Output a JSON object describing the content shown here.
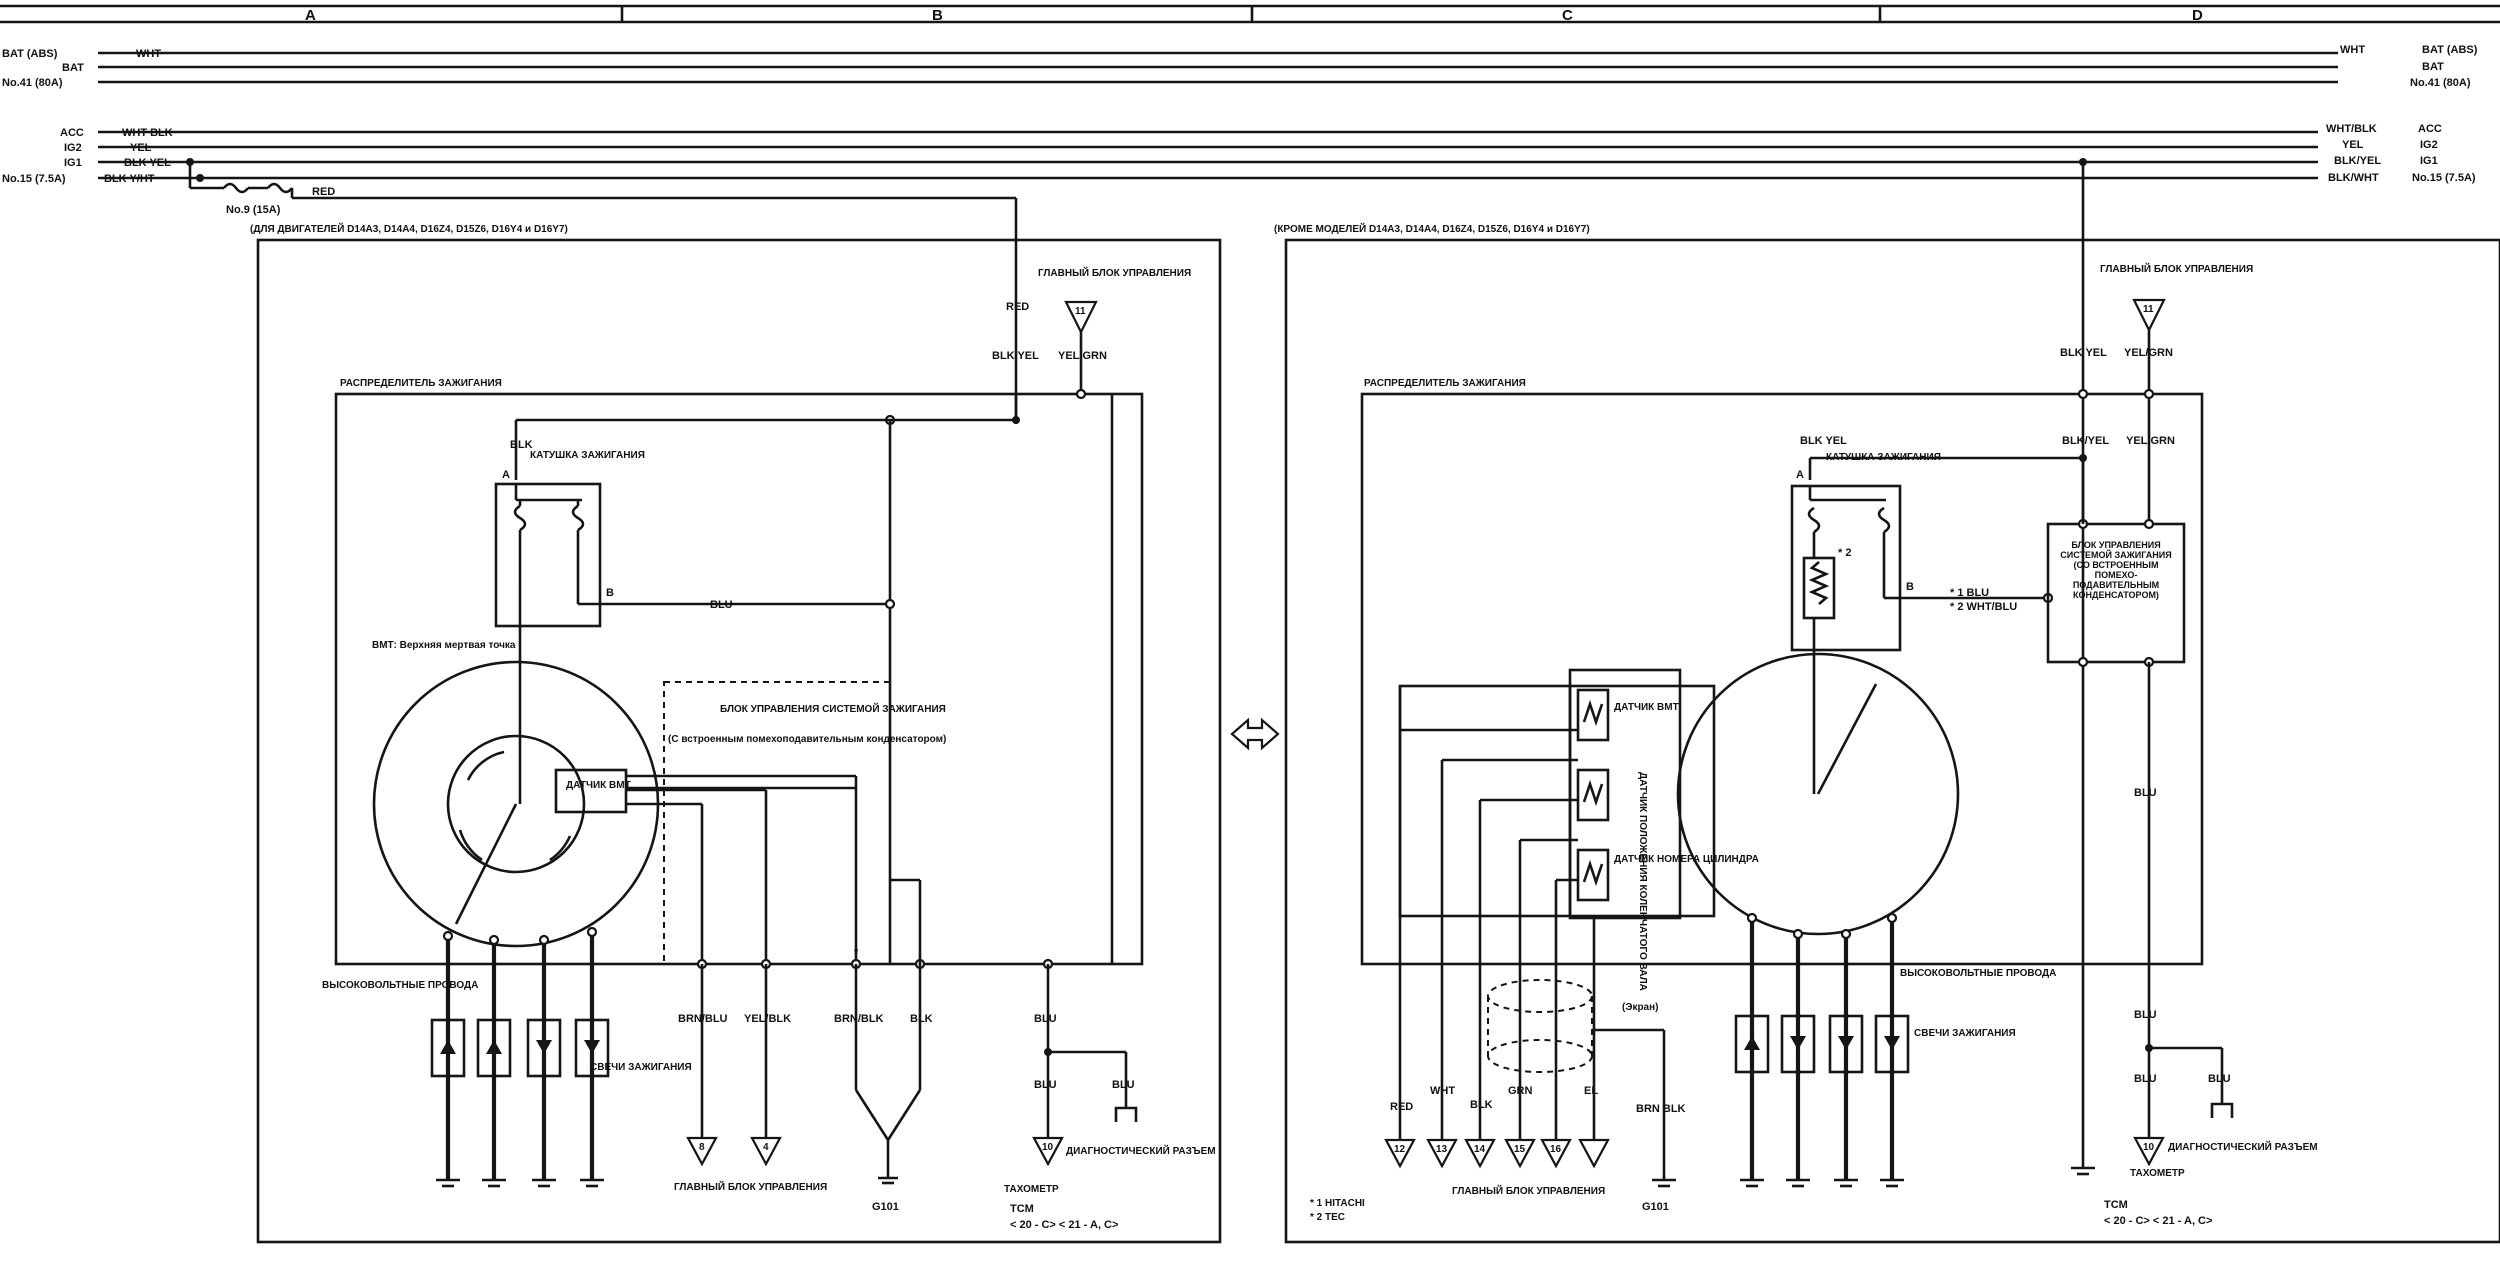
{
  "columns": [
    "A",
    "B",
    "C",
    "D"
  ],
  "bus_left": [
    {
      "name": "BAT (ABS)",
      "wire": "WHT"
    },
    {
      "name": "BAT",
      "wire": ""
    },
    {
      "name": "No.41 (80A)",
      "wire": ""
    },
    {
      "name": "ACC",
      "wire": "WHT BLK"
    },
    {
      "name": "IG2",
      "wire": "YEL"
    },
    {
      "name": "IG1",
      "wire": "BLK YEL"
    },
    {
      "name": "No.15 (7.5A)",
      "wire": "BLK Y/HT"
    }
  ],
  "bus_right": [
    {
      "name": "BAT (ABS)",
      "wire": "WHT"
    },
    {
      "name": "BAT",
      "wire": ""
    },
    {
      "name": "No.41 (80A)",
      "wire": ""
    },
    {
      "name": "ACC",
      "wire": "WHT/BLK"
    },
    {
      "name": "IG2",
      "wire": "YEL"
    },
    {
      "name": "IG1",
      "wire": "BLK/YEL"
    },
    {
      "name": "No.15 (7.5A)",
      "wire": "BLK/WHT"
    }
  ],
  "fuse_small": {
    "label": "No.9 (15A)",
    "wire": "RED"
  },
  "left": {
    "caption": "(ДЛЯ ДВИГАТЕЛЕЙ D14A3, D14A4, D16Z4, D15Z6, D16Y4 и D16Y7)",
    "ecm_top": "ГЛАВНЫЙ БЛОК УПРАВЛЕНИЯ",
    "ecm_top_pin": "11",
    "wire_red": "RED",
    "wire_blkyel": "BLK YEL",
    "wire_yelgrn": "YEL/GRN",
    "distributor": "РАСПРЕДЕЛИТЕЛЬ ЗАЖИГАНИЯ",
    "coil_wire": "BLK",
    "coil": "КАТУШКА ЗАЖИГАНИЯ",
    "coil_a": "A",
    "coil_b": "B",
    "coil_b_wire": "BLU",
    "tdc_note": "ВМТ: Верхняя мертвая точка",
    "module": "БЛОК УПРАВЛЕНИЯ СИСТЕМОЙ ЗАЖИГАНИЯ",
    "module_sub": "(С встроенным помехоподавительным конденсатором)",
    "sensor": "ДАТЧИК ВМТ",
    "hv_wires": "ВЫСОКОВОЛЬТНЫЕ ПРОВОДА",
    "plugs": "СВЕЧИ ЗАЖИГАНИЯ",
    "w_brnblu": "BRN/BLU",
    "w_yelblk": "YEL/BLK",
    "w_brnblk": "BRN/BLK",
    "w_blk": "BLK",
    "w_blu1": "BLU",
    "w_blu2": "BLU",
    "w_blu3": "BLU",
    "star": "*",
    "pin_8": "8",
    "pin_4": "4",
    "pin_10": "10",
    "ecm_bottom": "ГЛАВНЫЙ БЛОК УПРАВЛЕНИЯ",
    "ground": "G101",
    "diag": "ДИАГНОСТИЧЕСКИЙ РАЗЪЕМ",
    "tach": "ТАХОМЕТР",
    "tcm": "TCM",
    "tcm_ref": "< 20 - C> < 21 - A, C>"
  },
  "right": {
    "caption": "(КРОМЕ МОДЕЛЕЙ D14A3, D14A4, D16Z4, D15Z6, D16Y4 и D16Y7)",
    "ecm_top": "ГЛАВНЫЙ БЛОК УПРАВЛЕНИЯ",
    "ecm_top_pin": "11",
    "wire_blkyel_top": "BLK YEL",
    "wire_yelgrn_top": "YEL/GRN",
    "wire_blkyel": "BLK/YEL",
    "wire_yelgrn": "YEL/GRN",
    "distributor": "РАСПРЕДЕЛИТЕЛЬ ЗАЖИГАНИЯ",
    "coil_wire": "BLK YEL",
    "coil": "КАТУШКА ЗАЖИГАНИЯ",
    "coil_a": "A",
    "coil_b": "B",
    "coil_star": "* 2",
    "coil_b_wire1": "* 1 BLU",
    "coil_b_wire2": "* 2 WHT/BLU",
    "module": "БЛОК УПРАВЛЕНИЯ СИСТЕМОЙ ЗАЖИГАНИЯ (СО ВСТРОЕННЫМ ПОМЕХО-ПОДАВИТЕЛЬНЫМ КОНДЕНСАТОРОМ)",
    "sens_tdc": "ДАТЧИК ВМТ",
    "sens_crank": "ДАТЧИК ПОЛОЖЕНИЯ КОЛЕНЧАТОГО ВАЛА",
    "sens_cyl": "ДАТЧИК НОМЕРА ЦИЛИНДРА",
    "hv_wires": "ВЫСОКОВОЛЬТНЫЕ ПРОВОДА",
    "plugs": "СВЕЧИ ЗАЖИГАНИЯ",
    "shield": "(Экран)",
    "w_red": "RED",
    "w_wht": "WHT",
    "w_blk": "BLK",
    "w_grn": "GRN",
    "w_el": "EL",
    "w_brnblk": "BRN BLK",
    "w_blu1": "BLU",
    "w_blu2": "BLU",
    "w_blu3": "BLU",
    "w_blu4": "BLU",
    "pins": [
      "12",
      "13",
      "14",
      "15",
      "16",
      ""
    ],
    "pin_10": "10",
    "ecm_bottom": "ГЛАВНЫЙ БЛОК УПРАВЛЕНИЯ",
    "note1": "* 1 HITACHI",
    "note2": "* 2 TEC",
    "ground": "G101",
    "diag": "ДИАГНОСТИЧЕСКИЙ РАЗЪЕМ",
    "tach": "ТАХОМЕТР",
    "tcm": "TCM",
    "tcm_ref": "< 20 - C> < 21 - A, C>"
  },
  "colors": {
    "ink": "#151515",
    "paper": "#ffffff"
  }
}
